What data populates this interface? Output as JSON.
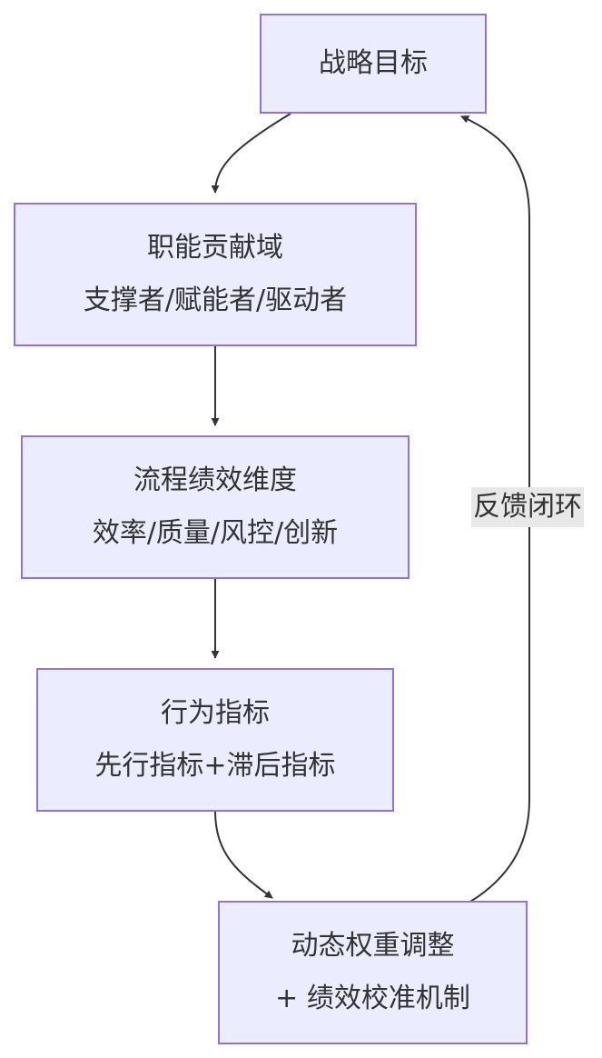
{
  "diagram": {
    "colors": {
      "node_fill": "#ECECFF",
      "node_border": "#9370DB",
      "text": "#333333",
      "edge": "#333333",
      "edge_label_bg": "#E8E8E8"
    },
    "nodes": {
      "strategy": {
        "line1": "战略目标"
      },
      "function": {
        "line1": "职能贡献域",
        "line2": "支撑者/赋能者/驱动者"
      },
      "process": {
        "line1": "流程绩效维度",
        "line2": "效率/质量/风控/创新"
      },
      "behavior": {
        "line1": "行为指标",
        "line2": "先行指标+滞后指标"
      },
      "weight": {
        "line1": "动态权重调整",
        "line2": "+ 绩效校准机制"
      }
    },
    "edges": [
      {
        "from": "strategy",
        "to": "function"
      },
      {
        "from": "function",
        "to": "process"
      },
      {
        "from": "process",
        "to": "behavior"
      },
      {
        "from": "behavior",
        "to": "weight"
      },
      {
        "from": "weight",
        "to": "strategy",
        "label": "反馈闭环"
      }
    ]
  }
}
